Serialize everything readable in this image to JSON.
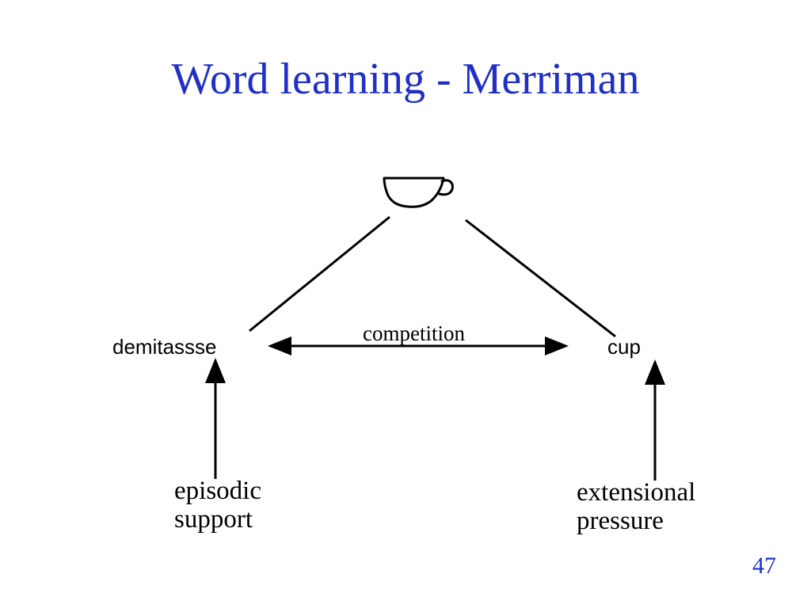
{
  "slide": {
    "title": "Word learning - Merriman",
    "page_number": "47"
  },
  "diagram": {
    "referent_icon": "teacup-icon",
    "nodes": {
      "left_word": "demitassse",
      "right_word": "cup"
    },
    "relation_label": "competition",
    "influences": {
      "left": {
        "line1": "episodic",
        "line2": "support"
      },
      "right": {
        "line1": "extensional",
        "line2": "pressure"
      }
    }
  },
  "colors": {
    "title": "#1f2fc8",
    "page_number": "#1f2fc8",
    "ink": "#000000",
    "background": "#ffffff"
  }
}
